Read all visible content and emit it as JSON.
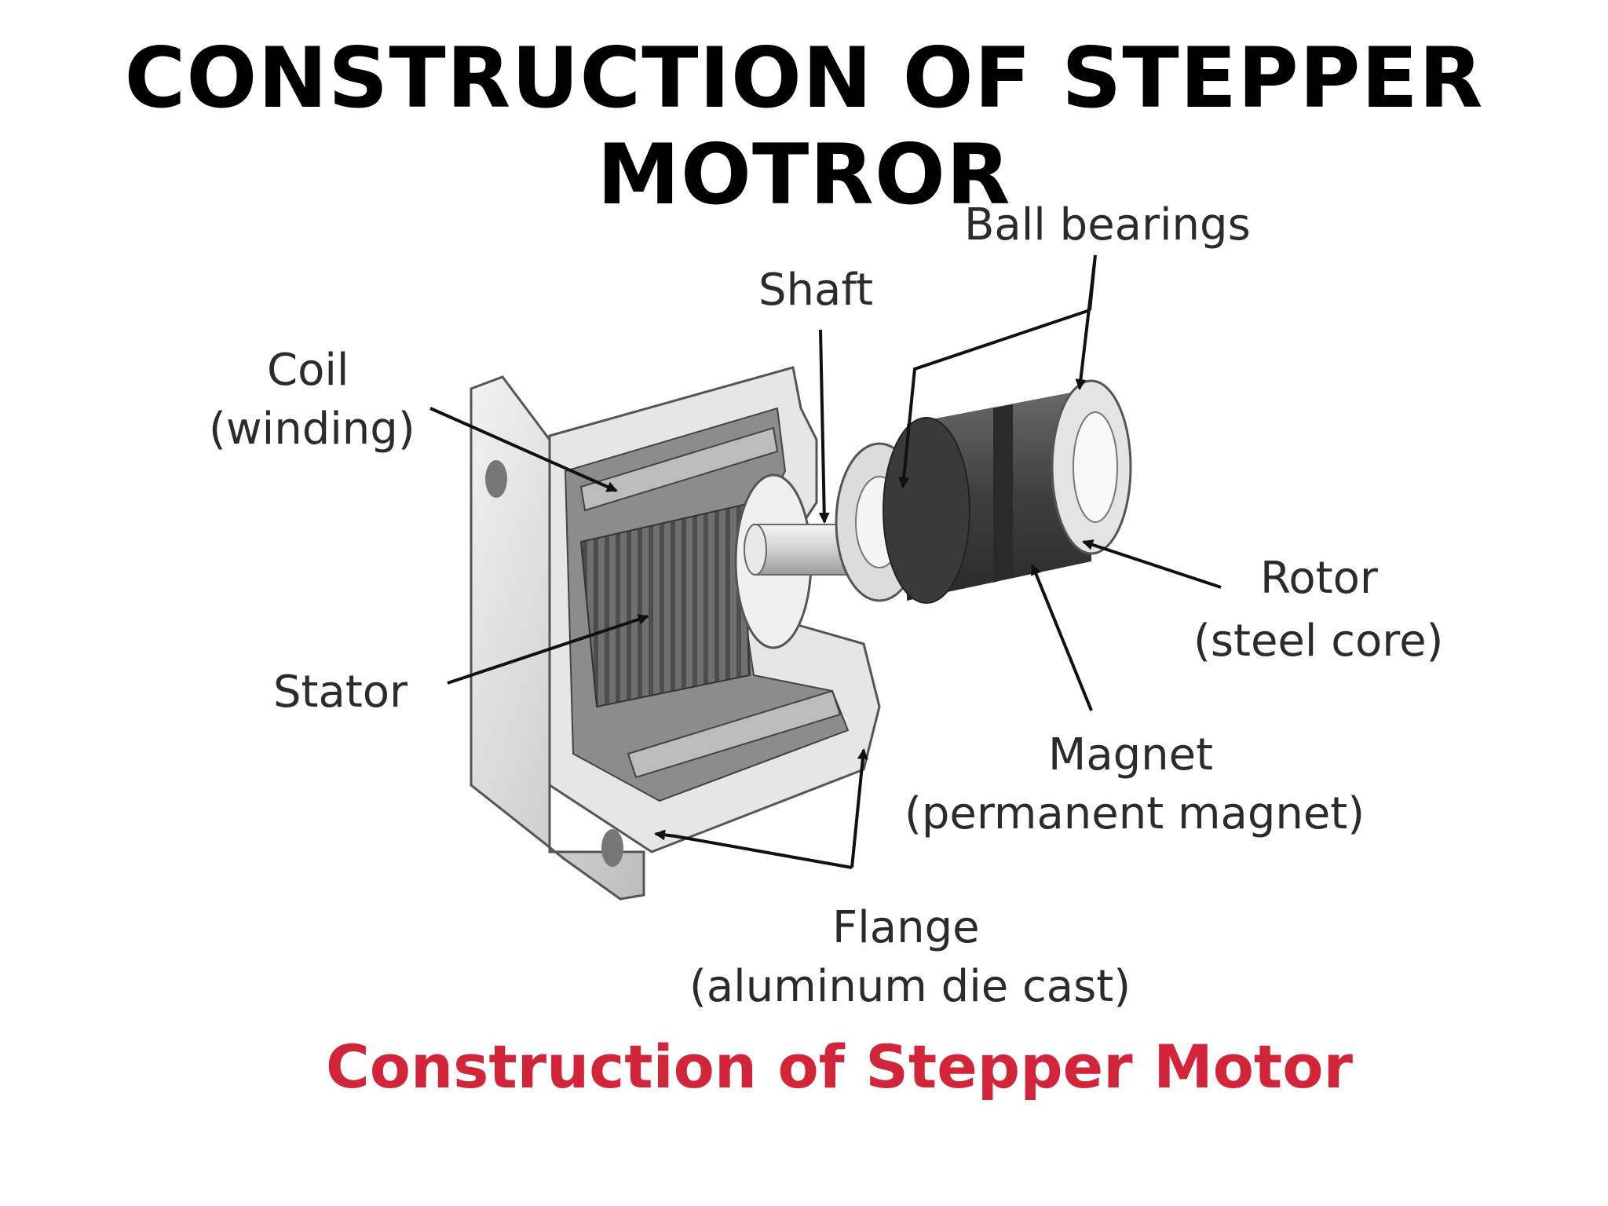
{
  "slide": {
    "title": "CONSTRUCTION OF STEPPER MOTROR"
  },
  "diagram": {
    "labels": {
      "ball_bearings": "Ball bearings",
      "shaft": "Shaft",
      "coil_line1": "Coil",
      "coil_line2": "(winding)",
      "stator": "Stator",
      "rotor_line1": "Rotor",
      "rotor_line2": "(steel core)",
      "magnet_line1": "Magnet",
      "magnet_line2": "(permanent magnet)",
      "flange_line1": "Flange",
      "flange_line2": "(aluminum die cast)"
    },
    "caption": "Construction of Stepper Motor",
    "colors": {
      "caption": "#d3253a",
      "housing": "#d9d9d9",
      "rotor": "#4a4a4a",
      "arrow": "#111111"
    }
  }
}
